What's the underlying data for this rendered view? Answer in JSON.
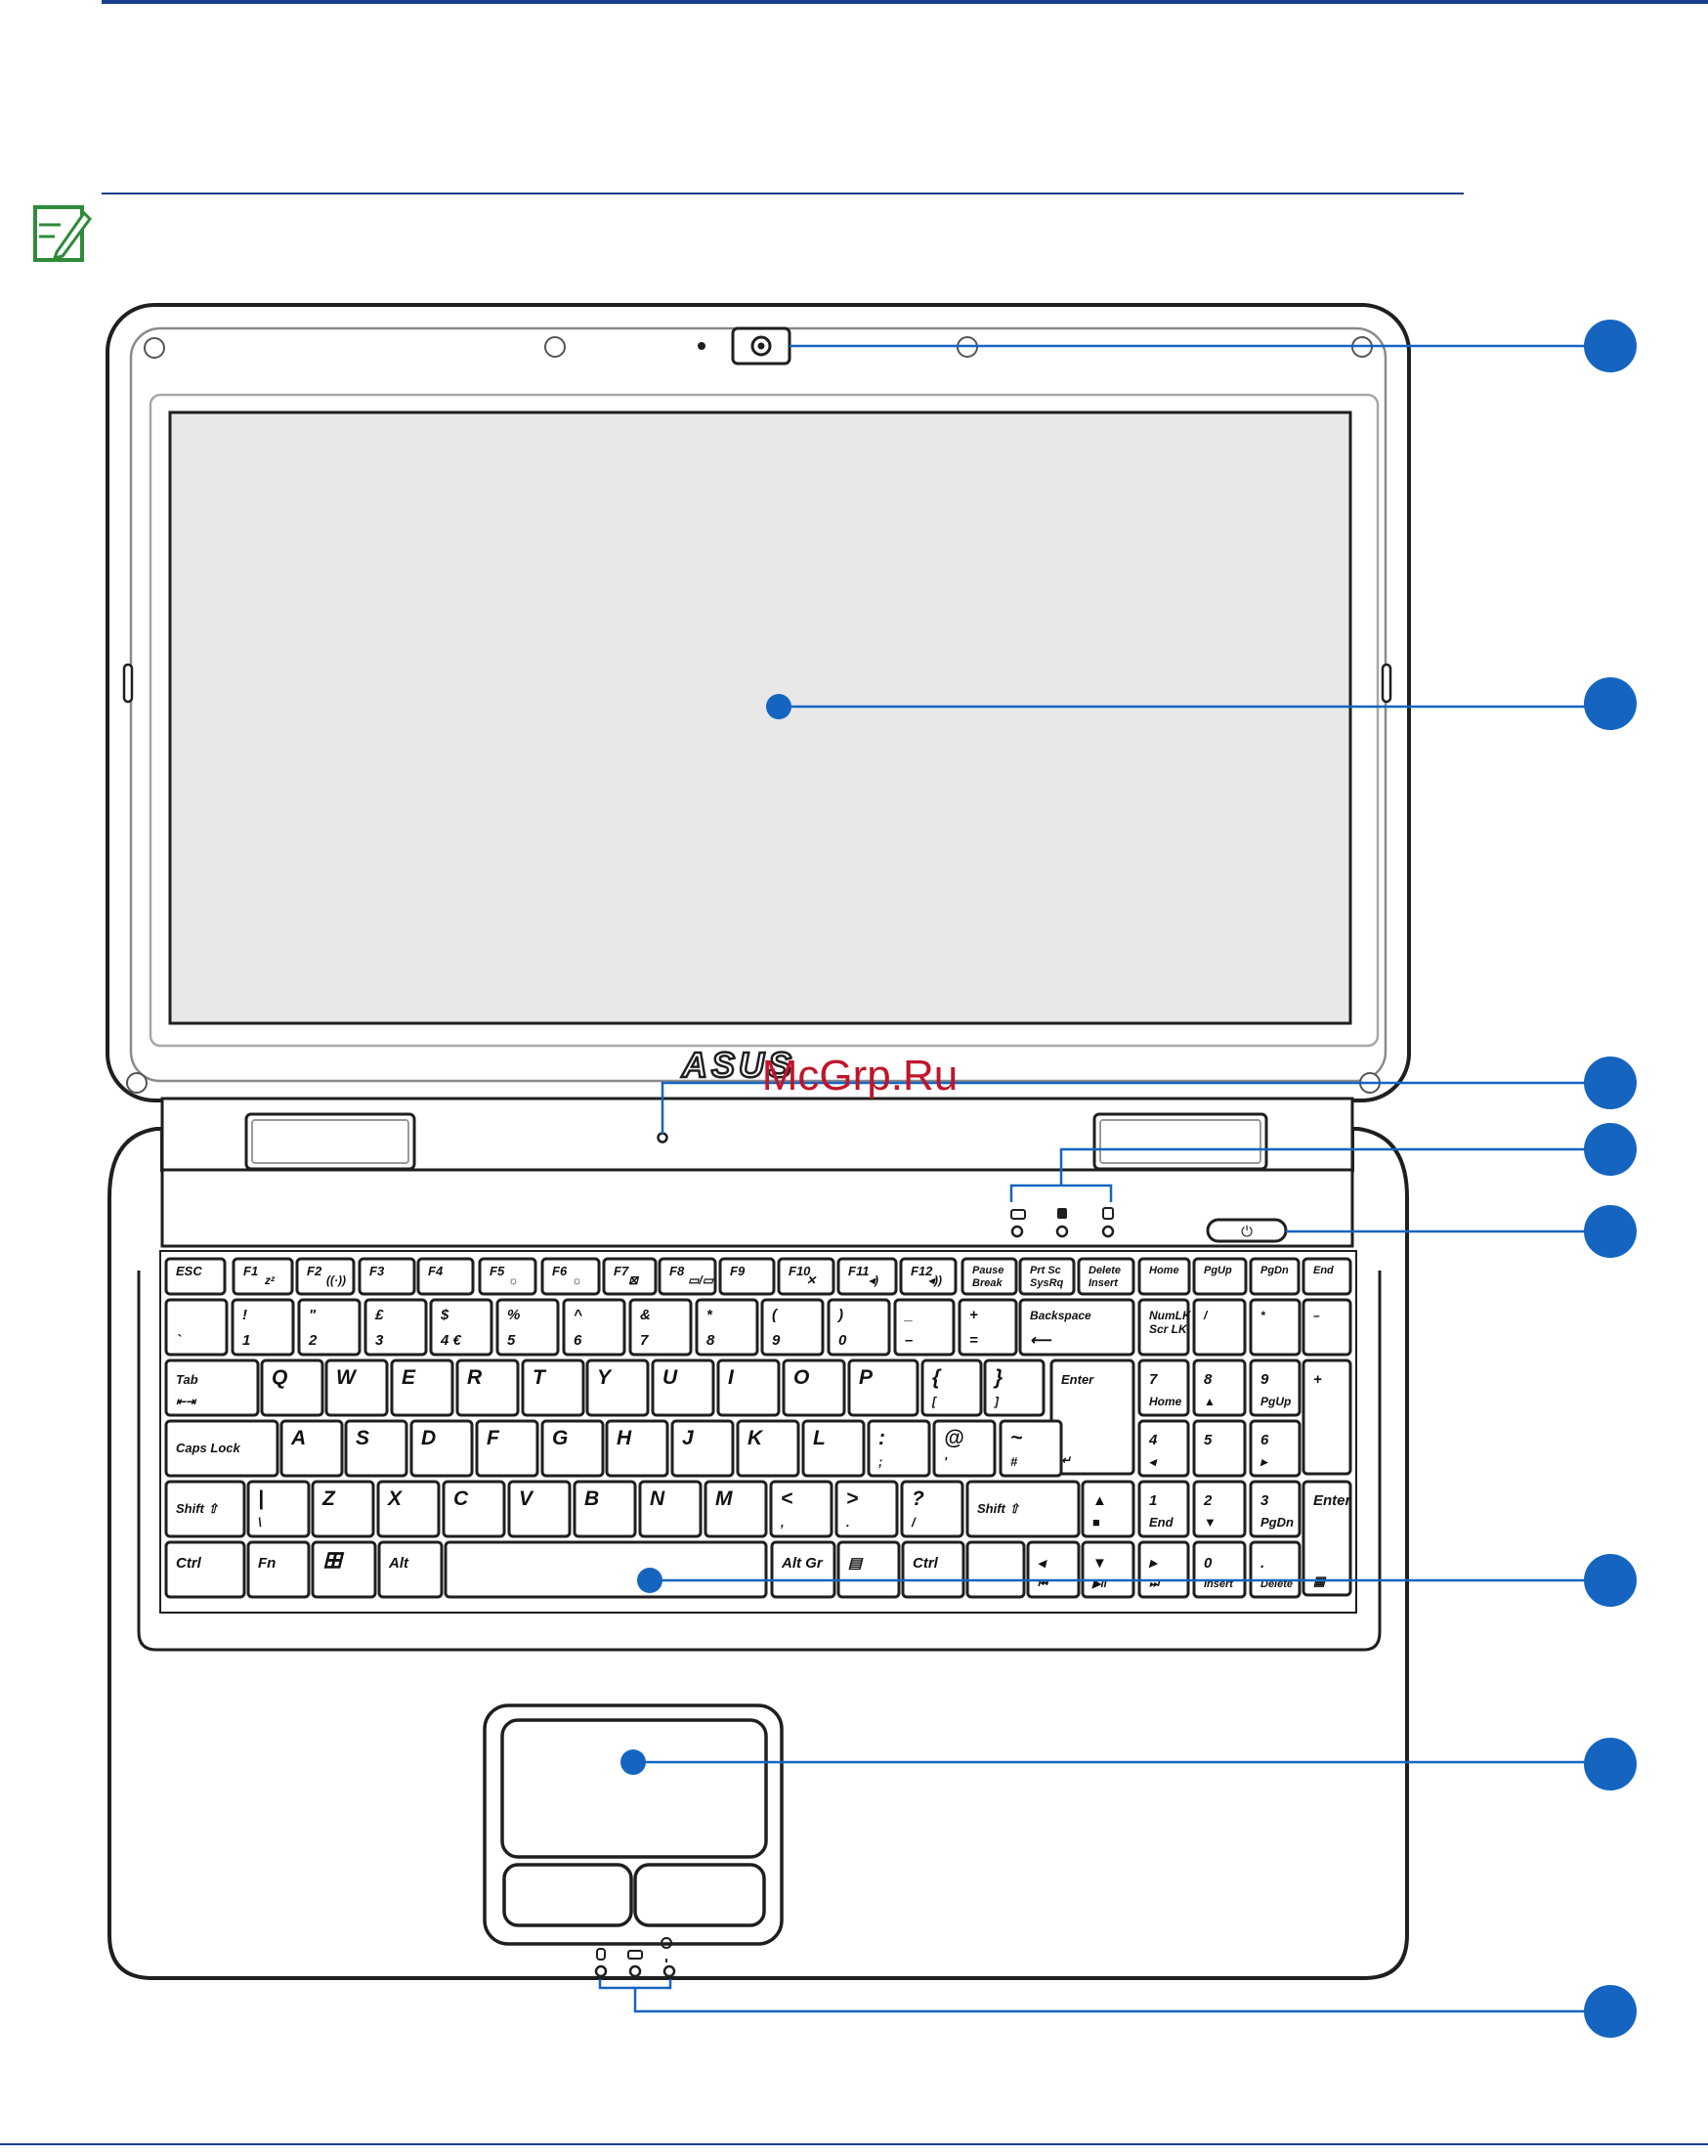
{
  "watermark": "McGrp.Ru",
  "brand_logo": "ASUS",
  "note_icon": "note-pencil-icon",
  "colors": {
    "accent": "#1565c0",
    "rule": "#1b3f8f",
    "note_green": "#2e8b3a"
  },
  "keyboard": {
    "function_row": [
      {
        "main": "ESC",
        "fn": ""
      },
      {
        "main": "F1",
        "fn": "zᶻ"
      },
      {
        "main": "F2",
        "fn": "((·))"
      },
      {
        "main": "F3",
        "fn": ""
      },
      {
        "main": "F4",
        "fn": ""
      },
      {
        "main": "F5",
        "fn": "☼"
      },
      {
        "main": "F6",
        "fn": "☼"
      },
      {
        "main": "F7",
        "fn": "⊠"
      },
      {
        "main": "F8",
        "fn": "▭/▭"
      },
      {
        "main": "F9",
        "fn": ""
      },
      {
        "main": "F10",
        "fn": "✕"
      },
      {
        "main": "F11",
        "fn": "◂)"
      },
      {
        "main": "F12",
        "fn": "◂))"
      },
      {
        "main": "Pause\nBreak",
        "fn": ""
      },
      {
        "main": "Prt Sc\nSysRq",
        "fn": ""
      },
      {
        "main": "Delete\nInsert",
        "fn": ""
      },
      {
        "main": "Home",
        "fn": ""
      },
      {
        "main": "PgUp",
        "fn": ""
      },
      {
        "main": "PgDn",
        "fn": ""
      },
      {
        "main": "End",
        "fn": ""
      }
    ],
    "number_row": [
      {
        "top": "",
        "bottom": "`"
      },
      {
        "top": "!",
        "bottom": "1"
      },
      {
        "top": "\"",
        "bottom": "2"
      },
      {
        "top": "£",
        "bottom": "3"
      },
      {
        "top": "$",
        "bottom": "4  €"
      },
      {
        "top": "%",
        "bottom": "5"
      },
      {
        "top": "^",
        "bottom": "6"
      },
      {
        "top": "&",
        "bottom": "7"
      },
      {
        "top": "*",
        "bottom": "8"
      },
      {
        "top": "(",
        "bottom": "9"
      },
      {
        "top": ")",
        "bottom": "0"
      },
      {
        "top": "_",
        "bottom": "–"
      },
      {
        "top": "+",
        "bottom": "="
      },
      {
        "top": "Backspace",
        "bottom": "⟵"
      },
      {
        "top": "NumLK\nScr LK",
        "bottom": ""
      },
      {
        "top": "/",
        "bottom": ""
      },
      {
        "top": "*",
        "bottom": ""
      },
      {
        "top": "–",
        "bottom": ""
      }
    ],
    "qwerty_row": [
      {
        "top": "Tab",
        "bottom": "⇤⇥"
      },
      {
        "top": "Q",
        "bottom": ""
      },
      {
        "top": "W",
        "bottom": ""
      },
      {
        "top": "E",
        "bottom": ""
      },
      {
        "top": "R",
        "bottom": ""
      },
      {
        "top": "T",
        "bottom": ""
      },
      {
        "top": "Y",
        "bottom": ""
      },
      {
        "top": "U",
        "bottom": ""
      },
      {
        "top": "I",
        "bottom": ""
      },
      {
        "top": "O",
        "bottom": ""
      },
      {
        "top": "P",
        "bottom": ""
      },
      {
        "top": "{",
        "bottom": "["
      },
      {
        "top": "}",
        "bottom": "]"
      },
      {
        "top": "Enter",
        "bottom": "↵"
      },
      {
        "top": "7",
        "bottom": "Home"
      },
      {
        "top": "8",
        "bottom": "▲"
      },
      {
        "top": "9",
        "bottom": "PgUp"
      },
      {
        "top": "+",
        "bottom": ""
      }
    ],
    "home_row": [
      {
        "top": "Caps Lock",
        "bottom": ""
      },
      {
        "top": "A",
        "bottom": ""
      },
      {
        "top": "S",
        "bottom": ""
      },
      {
        "top": "D",
        "bottom": ""
      },
      {
        "top": "F",
        "bottom": ""
      },
      {
        "top": "G",
        "bottom": ""
      },
      {
        "top": "H",
        "bottom": ""
      },
      {
        "top": "J",
        "bottom": ""
      },
      {
        "top": "K",
        "bottom": ""
      },
      {
        "top": "L",
        "bottom": ""
      },
      {
        "top": ":",
        "bottom": ";"
      },
      {
        "top": "@",
        "bottom": "'"
      },
      {
        "top": "~",
        "bottom": "#"
      },
      {
        "top": "4",
        "bottom": "◂"
      },
      {
        "top": "5",
        "bottom": ""
      },
      {
        "top": "6",
        "bottom": "▸"
      }
    ],
    "shift_row": [
      {
        "top": "Shift ⇧",
        "bottom": ""
      },
      {
        "top": "|",
        "bottom": "\\"
      },
      {
        "top": "Z",
        "bottom": ""
      },
      {
        "top": "X",
        "bottom": ""
      },
      {
        "top": "C",
        "bottom": ""
      },
      {
        "top": "V",
        "bottom": ""
      },
      {
        "top": "B",
        "bottom": ""
      },
      {
        "top": "N",
        "bottom": ""
      },
      {
        "top": "M",
        "bottom": ""
      },
      {
        "top": "<",
        "bottom": ","
      },
      {
        "top": ">",
        "bottom": "."
      },
      {
        "top": "?",
        "bottom": "/"
      },
      {
        "top": "Shift ⇧",
        "bottom": ""
      },
      {
        "top": "▲",
        "bottom": "■"
      },
      {
        "top": "1",
        "bottom": "End"
      },
      {
        "top": "2",
        "bottom": "▼"
      },
      {
        "top": "3",
        "bottom": "PgDn"
      },
      {
        "top": "Enter",
        "bottom": "▦"
      }
    ],
    "bottom_row": [
      {
        "top": "Ctrl",
        "bottom": ""
      },
      {
        "top": "Fn",
        "bottom": ""
      },
      {
        "top": "⊞",
        "bottom": ""
      },
      {
        "top": "Alt",
        "bottom": ""
      },
      {
        "top": "",
        "bottom": ""
      },
      {
        "top": "Alt Gr",
        "bottom": ""
      },
      {
        "top": "▤",
        "bottom": ""
      },
      {
        "top": "Ctrl",
        "bottom": ""
      },
      {
        "top": "",
        "bottom": ""
      },
      {
        "top": "◂",
        "bottom": "⏮"
      },
      {
        "top": "▼",
        "bottom": "▶II"
      },
      {
        "top": "▸",
        "bottom": "⏭"
      },
      {
        "top": "0",
        "bottom": "Insert"
      },
      {
        "top": ".",
        "bottom": "Delete"
      }
    ]
  },
  "callouts": [
    "camera",
    "display-panel",
    "microphone",
    "status-indicators-top",
    "power-switch",
    "keyboard",
    "touchpad",
    "status-indicators-front"
  ]
}
